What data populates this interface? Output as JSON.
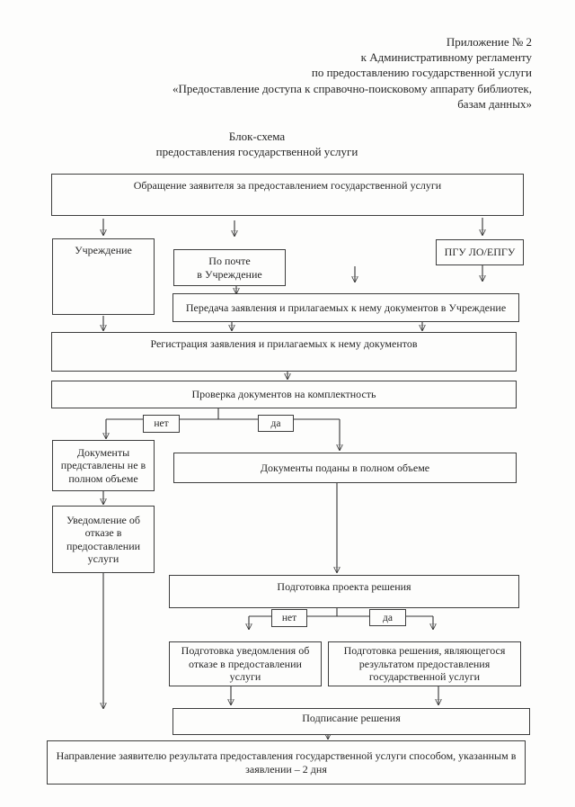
{
  "document": {
    "header_lines": [
      "Приложение № 2",
      "к Административному регламенту",
      "по предоставлению государственной услуги",
      "«Предоставление доступа к справочно-поисковому аппарату библиотек,",
      "базам данных»"
    ],
    "title": {
      "line1": "Блок-схема",
      "line2": "предоставления государственной услуги"
    }
  },
  "flowchart": {
    "nodes": {
      "request": "Обращение заявителя за предоставлением государственной услуги",
      "institution": "Учреждение",
      "by_mail": "По почте\nв Учреждение",
      "pgu": "ПГУ ЛО/ЕПГУ",
      "transfer": "Передача заявления и прилагаемых к нему документов в Учреждение",
      "registration": "Регистрация заявления и прилагаемых к нему документов",
      "completeness_check": "Проверка документов на комплектность",
      "docs_incomplete": "Документы\nпредставлены не в\nполном объеме",
      "docs_complete": "Документы поданы в полном объеме",
      "refusal_notice": "Уведомление об\nотказе в\nпредоставлении\nуслуги",
      "draft_decision": "Подготовка проекта решения",
      "prepare_refusal": "Подготовка уведомления об\nотказе в предоставлении\nуслуги",
      "prepare_decision": "Подготовка решения, являющегося\nрезультатом предоставления\nгосударственной услуги",
      "sign_decision": "Подписание решения",
      "send_result": "Направление заявителю результата предоставления государственной услуги способом, указанным в\nзаявлении – 2 дня"
    },
    "branch_labels": {
      "no1": "нет",
      "yes1": "да",
      "no2": "нет",
      "yes2": "да"
    }
  },
  "colors": {
    "ink": "#262626",
    "border": "#3d3d3d",
    "paper": "#fdfdfc"
  }
}
